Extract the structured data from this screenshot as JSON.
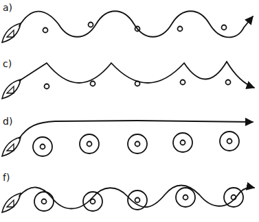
{
  "diagram": {
    "labels": [
      "a)",
      "c)",
      "d)",
      "f)"
    ]
  }
}
